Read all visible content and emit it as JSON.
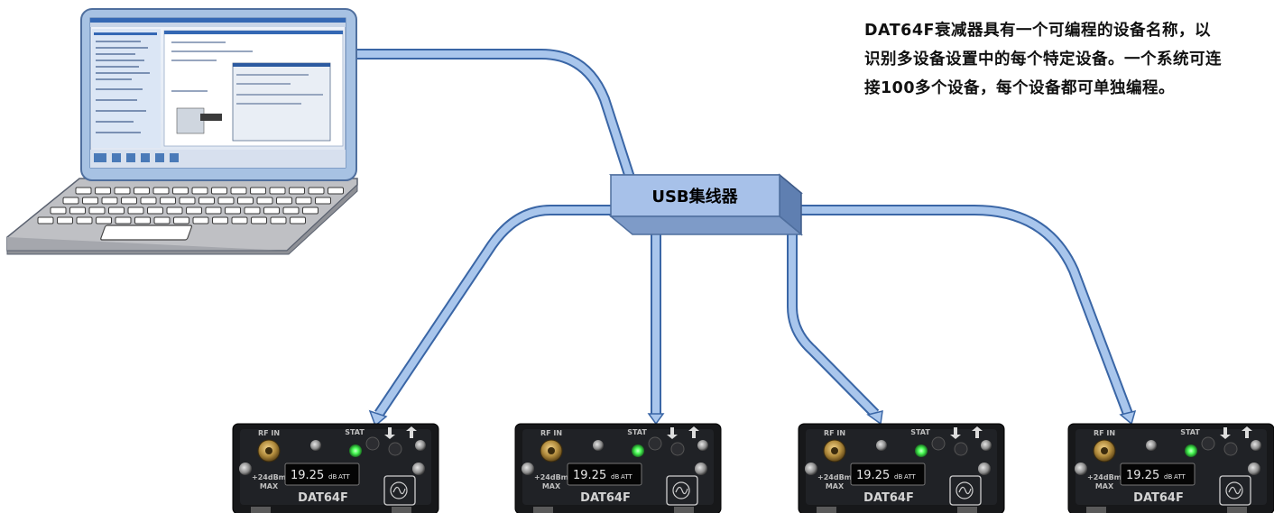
{
  "description": "DAT64F衰减器具有一个可编程的设备名称，以识别多设备设置中的每个特定设备。一个系统可连接100多个设备，每个设备都可单独编程。",
  "hub": {
    "label": "USB集线器"
  },
  "devices": [
    {
      "rf_label": "RF IN",
      "power_label": "+24dBm",
      "max_label": "MAX",
      "stat_label": "STAT",
      "display_value": "19.25",
      "display_unit": "dB",
      "display_mode": "ATT",
      "model": "DAT64F"
    },
    {
      "rf_label": "RF IN",
      "power_label": "+24dBm",
      "max_label": "MAX",
      "stat_label": "STAT",
      "display_value": "19.25",
      "display_unit": "dB",
      "display_mode": "ATT",
      "model": "DAT64F"
    },
    {
      "rf_label": "RF IN",
      "power_label": "+24dBm",
      "max_label": "MAX",
      "stat_label": "STAT",
      "display_value": "19.25",
      "display_unit": "dB",
      "display_mode": "ATT",
      "model": "DAT64F"
    },
    {
      "rf_label": "RF IN",
      "power_label": "+24dBm",
      "max_label": "MAX",
      "stat_label": "STAT",
      "display_value": "19.25",
      "display_unit": "dB",
      "display_mode": "ATT",
      "model": "DAT64F"
    }
  ],
  "colors": {
    "cable": "#a9c6ec",
    "cable_edge": "#3a66a6",
    "hub_front": "#a7c1e9",
    "device_body": "#17181a",
    "led": "#4cff58"
  }
}
